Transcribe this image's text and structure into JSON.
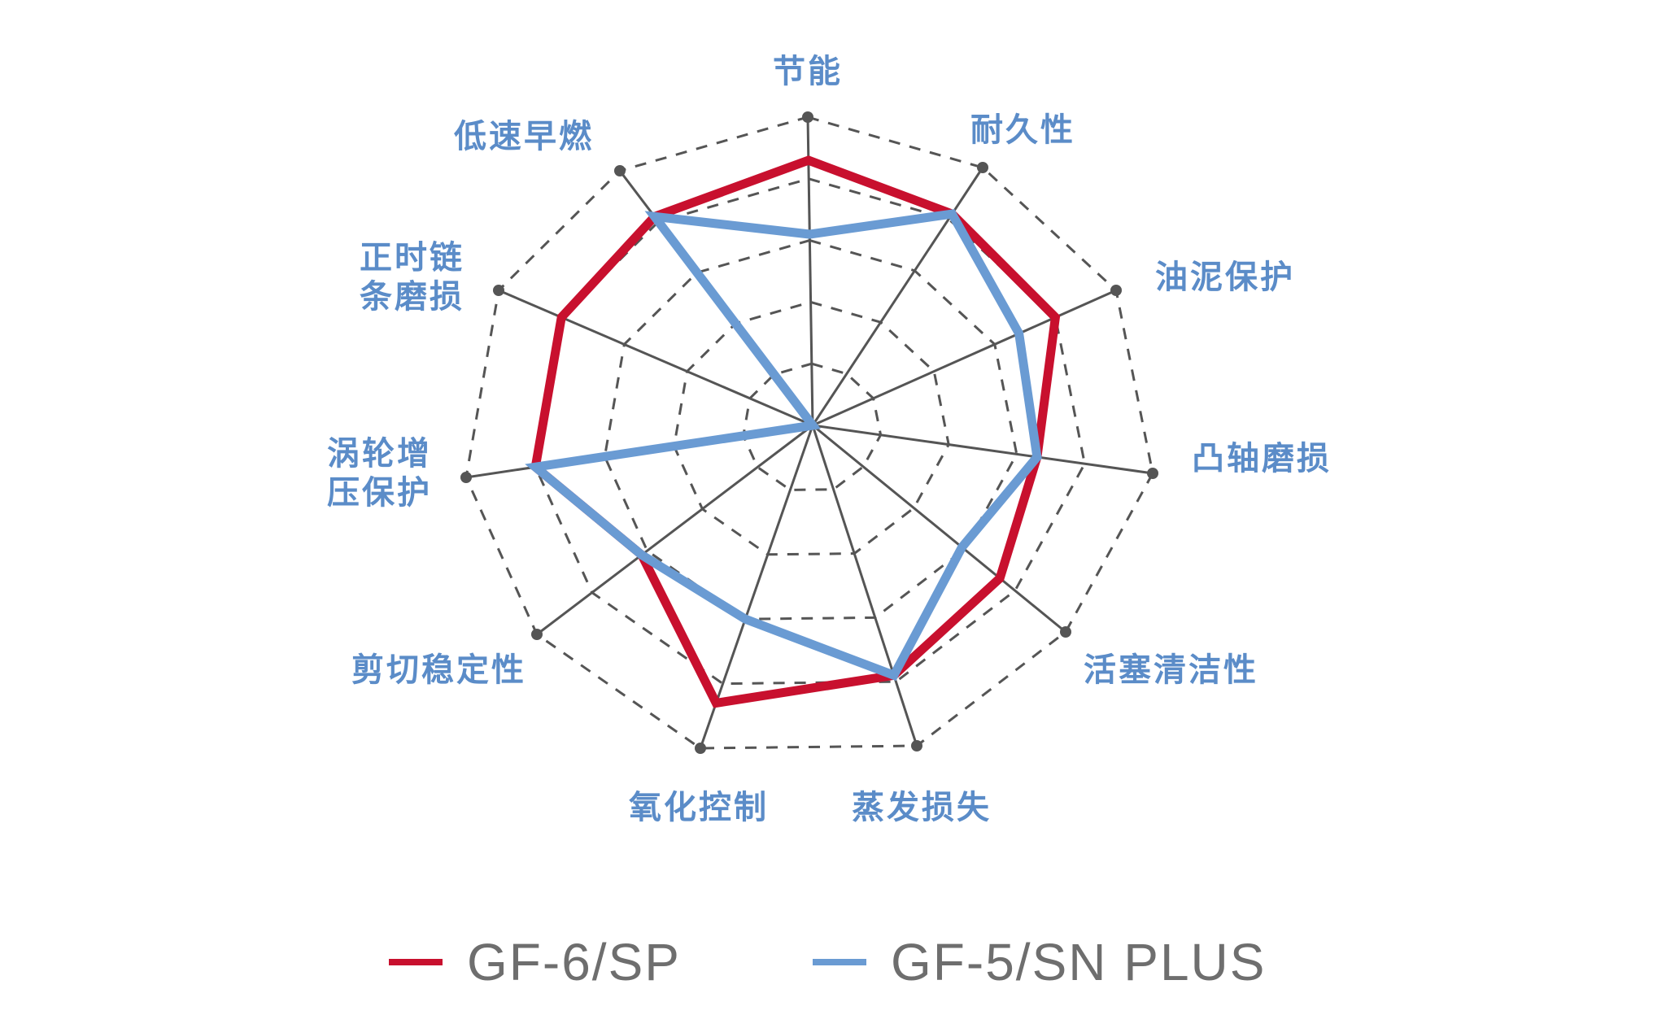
{
  "chart_data": {
    "type": "radar",
    "title": "",
    "scale_max": 5,
    "rings": 5,
    "grid": "dashed polygon rings",
    "legend_position": "bottom",
    "categories": [
      "节能",
      "耐久性",
      "油泥保护",
      "凸轴磨损",
      "活塞清洁性",
      "蒸发损失",
      "氧化控制",
      "剪切稳定性",
      "涡轮增压保护",
      "正时链条磨损",
      "低速早燃"
    ],
    "category_display": [
      "节能",
      "耐久性",
      "油泥保护",
      "凸轴磨损",
      "活塞清洁性",
      "蒸发损失",
      "氧化控制",
      "剪切稳定性",
      "涡轮\n增压保护",
      "正时链\n条磨损",
      "低速早燃"
    ],
    "series": [
      {
        "name": "GF-6/SP",
        "color": "#c8102e",
        "values": [
          4.3,
          4.1,
          4.0,
          3.3,
          3.7,
          3.9,
          4.3,
          3.1,
          4.0,
          4.0,
          4.1
        ]
      },
      {
        "name": "GF-5/SN PLUS",
        "color": "#6a9bd3",
        "values": [
          3.1,
          4.1,
          3.4,
          3.3,
          2.95,
          3.9,
          3.0,
          3.1,
          4.0,
          0,
          4.1
        ]
      }
    ]
  },
  "labels": {
    "a0": "节能",
    "a1": "耐久性",
    "a2": "油泥保护",
    "a3": "凸轴磨损",
    "a4": "活塞清洁性",
    "a5": "蒸发损失",
    "a6": "氧化控制",
    "a7": "剪切稳定性",
    "a8": "涡轮增\n压保护",
    "a9": "正时链\n条磨损",
    "a10": "低速早燃"
  },
  "legend": [
    {
      "label": "GF-6/SP",
      "color": "#c8102e"
    },
    {
      "label": "GF-5/SN PLUS",
      "color": "#6a9bd3"
    }
  ],
  "colors": {
    "label_text": "#5b8cc8",
    "legend_text": "#6e6e6e",
    "axis_line": "#555555",
    "grid_line": "#555555"
  }
}
